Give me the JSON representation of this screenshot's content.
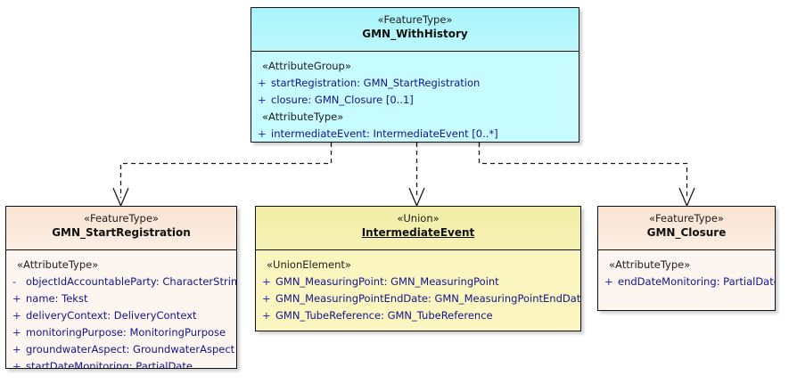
{
  "diagram": {
    "type": "uml-class-diagram",
    "background": "#ffffff",
    "relationship_style": "dashed-open-arrow"
  },
  "classes": {
    "root": {
      "stereotype": "«FeatureType»",
      "name": "GMN_WithHistory",
      "color": "#c6fbff",
      "groups": [
        {
          "label": "«AttributeGroup»",
          "attributes": [
            {
              "visibility": "+",
              "text": "startRegistration: GMN_StartRegistration"
            },
            {
              "visibility": "+",
              "text": "closure: GMN_Closure [0..1]"
            }
          ]
        },
        {
          "label": "«AttributeType»",
          "attributes": [
            {
              "visibility": "+",
              "text": "intermediateEvent: IntermediateEvent [0..*]"
            }
          ]
        }
      ]
    },
    "start_registration": {
      "stereotype": "«FeatureType»",
      "name": "GMN_StartRegistration",
      "color": "#fdf6f0",
      "groups": [
        {
          "label": "«AttributeType»",
          "attributes": [
            {
              "visibility": "-",
              "text": "objectIdAccountableParty: CharacterString"
            },
            {
              "visibility": "+",
              "text": "name: Tekst"
            },
            {
              "visibility": "+",
              "text": "deliveryContext: DeliveryContext"
            },
            {
              "visibility": "+",
              "text": "monitoringPurpose: MonitoringPurpose"
            },
            {
              "visibility": "+",
              "text": "groundwaterAspect: GroundwaterAspect"
            },
            {
              "visibility": "+",
              "text": "startDateMonitoring: PartialDate"
            }
          ]
        }
      ]
    },
    "intermediate_event": {
      "stereotype": "«Union»",
      "name": "IntermediateEvent",
      "color": "#fbf6bf",
      "groups": [
        {
          "label": "«UnionElement»",
          "attributes": [
            {
              "visibility": "+",
              "text": "GMN_MeasuringPoint: GMN_MeasuringPoint"
            },
            {
              "visibility": "+",
              "text": "GMN_MeasuringPointEndDate: GMN_MeasuringPointEndDate"
            },
            {
              "visibility": "+",
              "text": "GMN_TubeReference: GMN_TubeReference"
            }
          ]
        }
      ]
    },
    "closure": {
      "stereotype": "«FeatureType»",
      "name": "GMN_Closure",
      "color": "#fdf6f0",
      "groups": [
        {
          "label": "«AttributeType»",
          "attributes": [
            {
              "visibility": "+",
              "text": "endDateMonitoring: PartialDate"
            }
          ]
        }
      ]
    }
  }
}
